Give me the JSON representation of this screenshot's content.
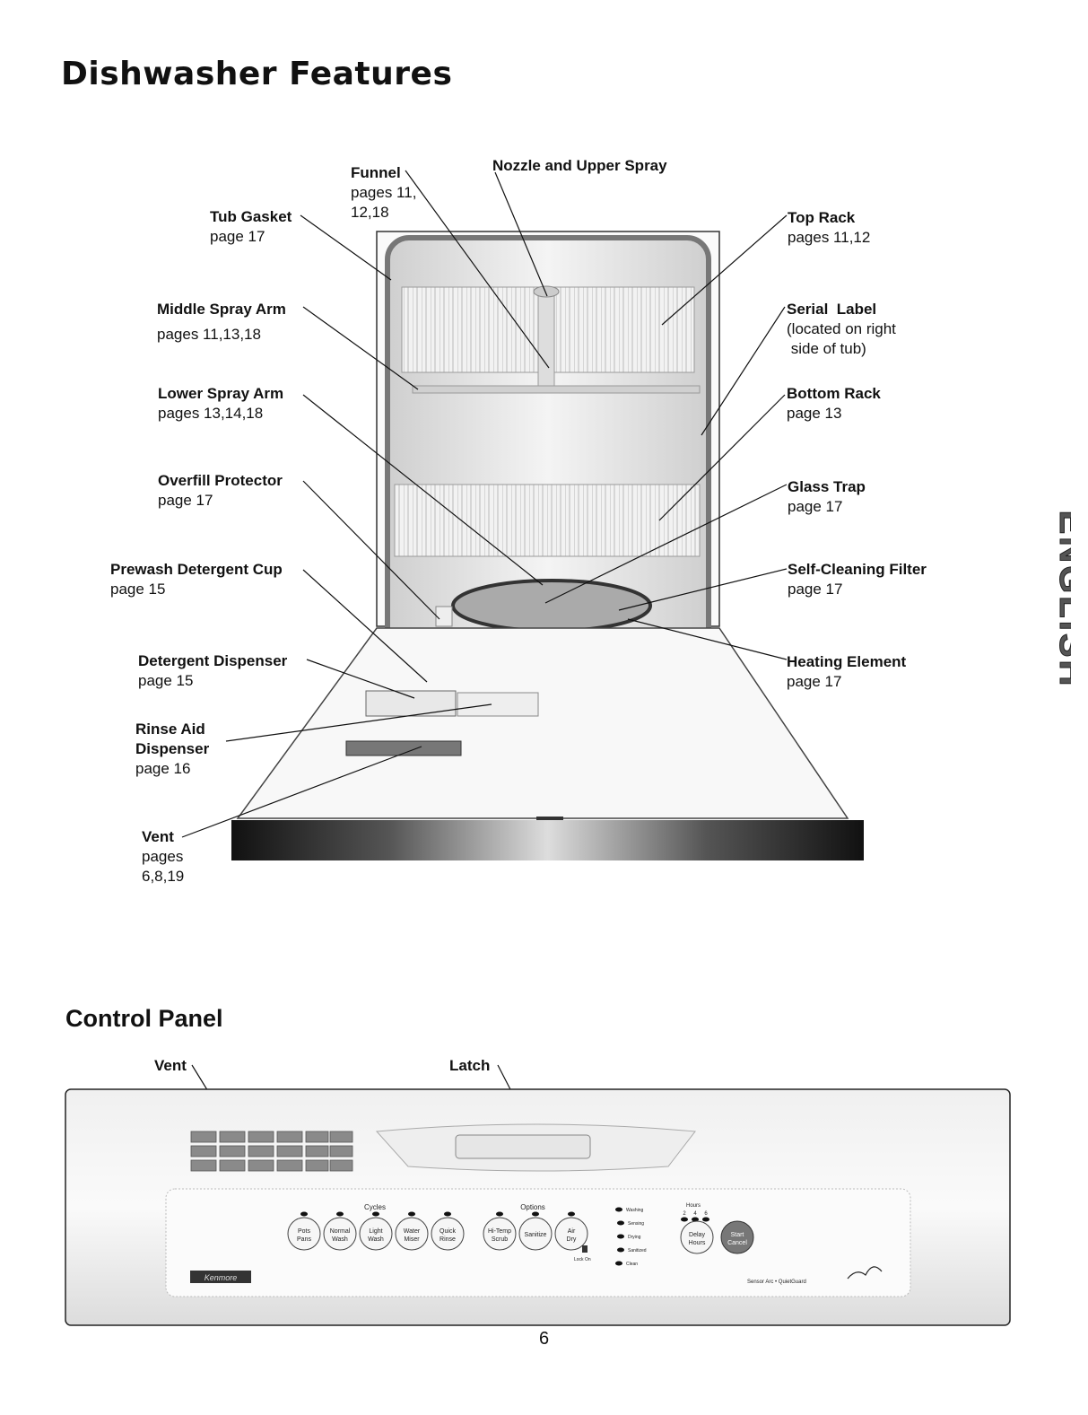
{
  "page": {
    "title": "Dishwasher Features",
    "side_tab": "ENGLISH",
    "page_number": "6"
  },
  "features": {
    "funnel": {
      "name": "Funnel",
      "line1": "pages 11,",
      "line2": "12,18"
    },
    "nozzle": {
      "name": "Nozzle and Upper Spray"
    },
    "tub_gasket": {
      "name": "Tub Gasket",
      "page": "page 17"
    },
    "middle_spray_arm": {
      "name": "Middle Spray Arm",
      "page": "pages 11,13,18"
    },
    "lower_spray_arm": {
      "name": "Lower Spray Arm",
      "page": "pages 13,14,18"
    },
    "overfill_protector": {
      "name": "Overfill Protector",
      "page": "page 17"
    },
    "prewash_cup": {
      "name": "Prewash Detergent Cup",
      "page": "page 15"
    },
    "detergent_dispenser": {
      "name": "Detergent Dispenser",
      "page": "page 15"
    },
    "rinse_aid": {
      "name1": "Rinse Aid",
      "name2": "Dispenser",
      "page": "page 16"
    },
    "vent": {
      "name": "Vent",
      "line1": "pages",
      "line2": "6,8,19"
    },
    "top_rack": {
      "name": "Top Rack",
      "page": "pages 11,12"
    },
    "serial_label": {
      "name": "Serial  Label",
      "line1": "(located on right",
      "line2": " side of tub)"
    },
    "bottom_rack": {
      "name": "Bottom Rack",
      "page": "page 13"
    },
    "glass_trap": {
      "name": "Glass Trap",
      "page": "page 17"
    },
    "self_cleaning_filter": {
      "name": "Self-Cleaning Filter",
      "page": "page 17"
    },
    "heating_element": {
      "name": "Heating Element",
      "page": "page 17"
    }
  },
  "control_panel": {
    "heading": "Control Panel",
    "vent_label": "Vent",
    "latch_label": "Latch",
    "cycles_heading": "Cycles",
    "options_heading": "Options",
    "cycle_buttons": [
      {
        "line1": "Pots",
        "line2": "Pans"
      },
      {
        "line1": "Normal",
        "line2": "Wash"
      },
      {
        "line1": "Light",
        "line2": "Wash"
      },
      {
        "line1": "Water",
        "line2": "Miser"
      },
      {
        "line1": "Quick",
        "line2": "Rinse"
      }
    ],
    "option_buttons": [
      {
        "line1": "Hi-Temp",
        "line2": "Scrub"
      },
      {
        "line1": "Sanitize",
        "line2": ""
      },
      {
        "line1": "Air",
        "line2": "Dry"
      }
    ],
    "lock_on": "Lock On",
    "status_lights": [
      "Washing",
      "Sensing",
      "Drying",
      "Sanitized",
      "Clean"
    ],
    "hours_heading": "Hours",
    "hours_values": [
      "2",
      "4",
      "6"
    ],
    "delay_button": {
      "line1": "Delay",
      "line2": "Hours"
    },
    "start_button": {
      "line1": "Start",
      "line2": "Cancel"
    },
    "brand": "Kenmore",
    "bottom_right_text": "Sensor Arc • QuietGuard"
  }
}
